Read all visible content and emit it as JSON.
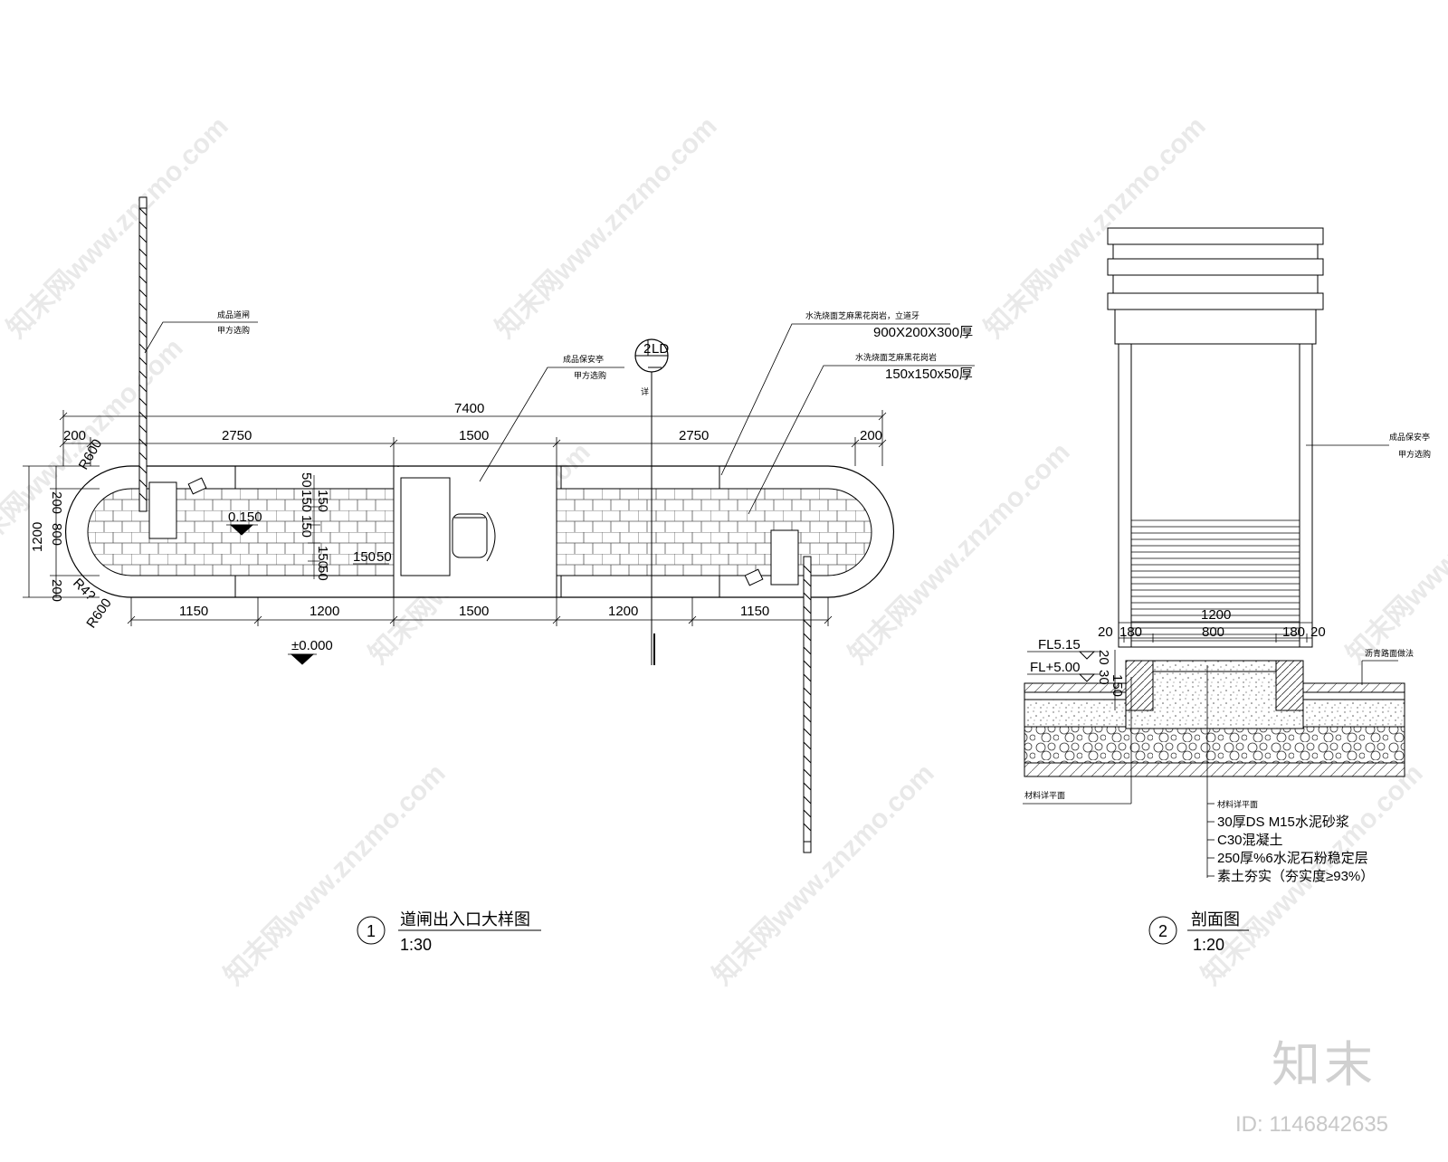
{
  "watermark": {
    "text": "知末网www.znzmo.com",
    "brand": "知末",
    "image_id": "ID: 1146842635"
  },
  "plan": {
    "dims_top": {
      "overall": "7400",
      "left_margin": "200",
      "left_span": "2750",
      "center_span": "1500",
      "right_span": "2750",
      "right_margin": "200"
    },
    "dims_bottom": {
      "a": "1150",
      "b": "1200",
      "c": "1500",
      "d": "1200",
      "e": "1150"
    },
    "dims_left": {
      "overall": "1200",
      "top": "200",
      "mid": "800",
      "bottom": "200"
    },
    "radius_top": "R600",
    "radius_bottom": "R600",
    "radius_inner": "R4?",
    "inner_dims": {
      "a": "50",
      "b": "150",
      "c": "150",
      "d": "150",
      "e": "150",
      "f": "50",
      "g": "150",
      "h": "50"
    },
    "level_top": "0.150",
    "level_bottom": "±0.000",
    "section_mark": {
      "number": "2",
      "sheet": "LD",
      "dash": "—",
      "label": "详"
    },
    "callouts": {
      "gate_line1": "成品道闸",
      "gate_line2": "甲方选购",
      "booth_line1": "成品保安亭",
      "booth_line2": "甲方选购",
      "stone_curb_desc": "水洗烧面芝麻黑花岗岩，立道牙",
      "stone_curb_size": "900X200X300厚",
      "stone_pave_desc": "水洗烧面芝麻黑花岗岩",
      "stone_pave_size": "150x150x50厚"
    },
    "title": {
      "number": "1",
      "name": "道闸出入口大样图",
      "scale": "1:30"
    }
  },
  "section": {
    "booth_line1": "成品保安亭",
    "booth_line2": "甲方选购",
    "top_dim": "1200",
    "sub_dims": {
      "a": "20",
      "b": "180",
      "c": "800",
      "d": "180",
      "e": "20"
    },
    "levels": {
      "fl_top": "FL5.15",
      "fl_bottom": "FL+5.00"
    },
    "side_dims": {
      "a": "20",
      "b": "30",
      "c": "150"
    },
    "right_callout": "沥青路面做法",
    "left_callout": "材料详平面",
    "layers": [
      "材料详平面",
      "30厚DS M15水泥砂浆",
      "C30混凝土",
      "250厚%6水泥石粉稳定层",
      "素土夯实（夯实度≥93%）"
    ],
    "title": {
      "number": "2",
      "name": "剖面图",
      "scale": "1:20"
    }
  }
}
